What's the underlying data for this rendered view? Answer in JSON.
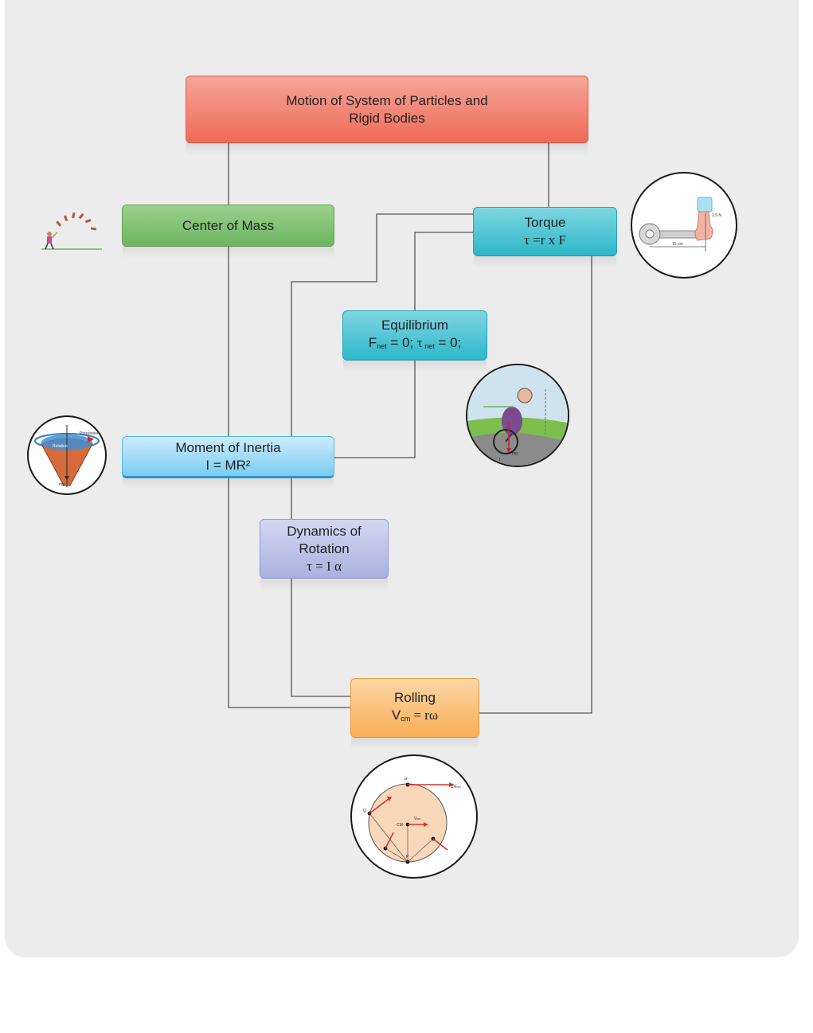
{
  "nodes": {
    "title": {
      "line1": "Motion of System of Particles and",
      "line2": "Rigid Bodies"
    },
    "center_of_mass": {
      "label": "Center of Mass"
    },
    "torque": {
      "label": "Torque",
      "formula": "τ =r x F"
    },
    "equilibrium": {
      "label": "Equilibrium",
      "f": "F",
      "f_sub": "net",
      "f_rest": " = 0; ",
      "tau": "τ",
      "tau_sub": " net",
      "tau_rest": " = 0;"
    },
    "moment_of_inertia": {
      "label": "Moment of Inertia",
      "formula": "I = MR²"
    },
    "dynamics_of_rotation": {
      "line1": "Dynamics of",
      "line2": "Rotation",
      "formula": "τ = I α"
    },
    "rolling": {
      "label": "Rolling",
      "v": "V",
      "v_sub": "cm",
      "rest": " = rω"
    }
  },
  "illustrations": {
    "wrench": {
      "force_label": "2.5 N",
      "length_label": "15 cm"
    },
    "top": {
      "label_1": "Rotation",
      "label_2": "Precession",
      "label_3": "mg"
    },
    "cyclist": {
      "label_1": "mg",
      "label_2": "f"
    },
    "rolling_wheel": {
      "label_top": "P'",
      "label_velocity": "2V",
      "label_velocity_sub": "cm",
      "label_left": "Q",
      "label_center": "CM",
      "label_center_v": "V",
      "label_center_v_sub": "cm",
      "label_bottom": "P"
    }
  },
  "colors": {
    "title": "#ef6a57",
    "center_of_mass": "#6db561",
    "torque": "#2db7c9",
    "equilibrium": "#2db7c9",
    "moment_of_inertia": "#79cdf3",
    "dynamics_of_rotation": "#a9b1e0",
    "rolling": "#f9ad56",
    "connector": "#555555"
  }
}
